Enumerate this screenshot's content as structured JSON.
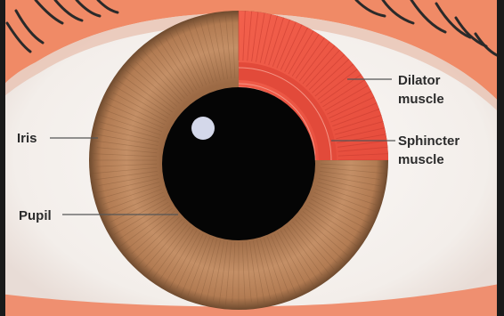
{
  "diagram": {
    "labels": {
      "iris": "Iris",
      "pupil": "Pupil",
      "dilator_line1": "Dilator",
      "dilator_line2": "muscle",
      "sphincter_line1": "Sphincter",
      "sphincter_line2": "muscle"
    },
    "colors": {
      "frame": "#1a1a1a",
      "sclera": "#f4f1ee",
      "eyelid": "#f08a66",
      "iris": "#b8835a",
      "iris_dark": "#7a5233",
      "pupil": "#050505",
      "muscle": "#ef5a48",
      "highlight": "#d4d8ea",
      "lash": "#2a2a2a"
    },
    "icons": [
      "eye-illustration",
      "eyelash"
    ]
  }
}
